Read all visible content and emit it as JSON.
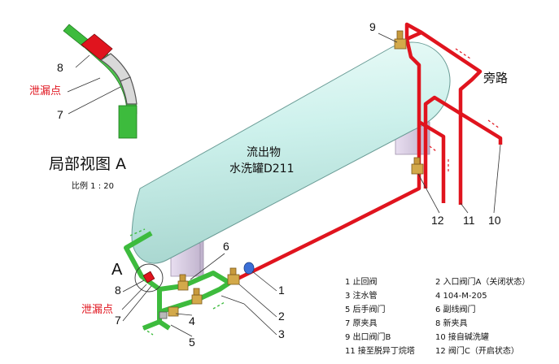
{
  "detail_view": {
    "title": "局部视图 A",
    "scale": "比例  1 : 20",
    "label_8": "8",
    "label_7": "7",
    "leak": "泄漏点"
  },
  "tank": {
    "line1": "流出物",
    "line2": "水洗罐D211"
  },
  "bypass_label": "旁路",
  "view_marker": "A",
  "leak_main": "泄漏点",
  "callouts": {
    "c1": "1",
    "c2": "2",
    "c3": "3",
    "c4": "4",
    "c5": "5",
    "c6": "6",
    "c7": "7",
    "c8": "8",
    "c9": "9",
    "c10": "10",
    "c11": "11",
    "c12": "12"
  },
  "legend": {
    "left": [
      "1  止回阀",
      "3  注水管",
      "5  后手阀门",
      "7  原夹具",
      "9  出口阀门B",
      "11  接至脱异丁烷塔"
    ],
    "right": [
      "2  入口阀门A（关闭状态）",
      "4  104-M-205",
      "6  副线阀门",
      "8  新夹具",
      "10  接自碱洗罐",
      "12  阀门C（开启状态）"
    ]
  },
  "colors": {
    "green_pipe": "#3dbb3d",
    "red_pipe": "#e0141e",
    "tank": "#cdf1ec",
    "valve": "#d3a94a"
  }
}
